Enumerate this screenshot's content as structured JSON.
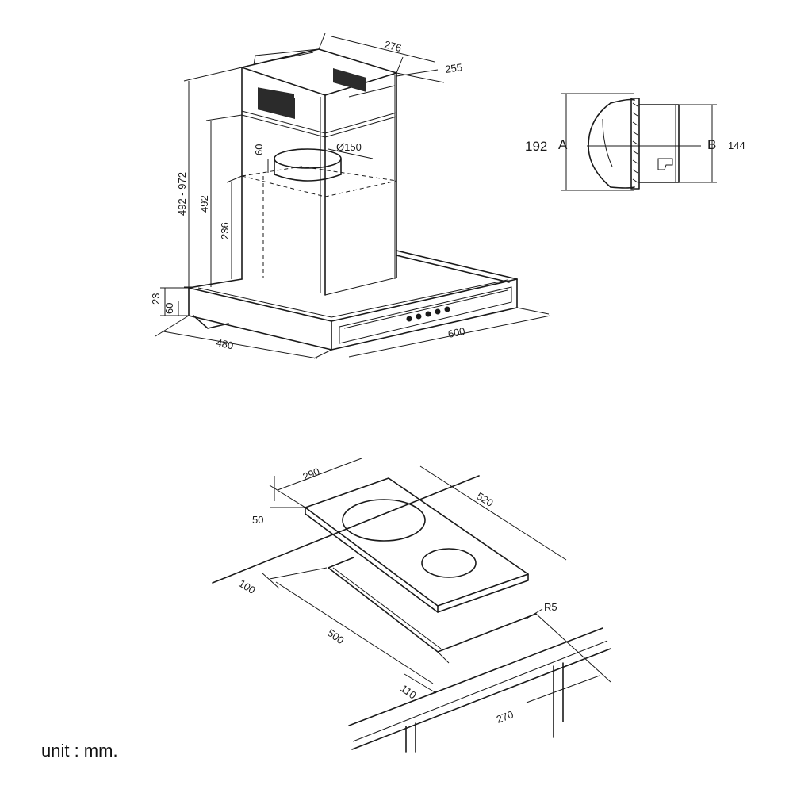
{
  "hood": {
    "dims": {
      "chimney_width": "276",
      "chimney_depth": "255",
      "duct_diameter": "Ø150",
      "collar_height": "60",
      "total_height": "492 - 972",
      "chimney_height": "492",
      "inner_height": "236",
      "canopy_height": "23",
      "canopy_front": "60",
      "depth": "480",
      "width": "600"
    }
  },
  "valve": {
    "height": "192",
    "label_a": "A",
    "label_b": "B",
    "outlet": "144"
  },
  "hob": {
    "dims": {
      "width": "290",
      "length": "520",
      "thickness": "50",
      "front_gap": "100",
      "cutout_length": "500",
      "rear_gap": "110",
      "cutout_width": "270",
      "corner_radius": "R5"
    }
  },
  "footer": {
    "unit_label": "unit : mm."
  }
}
